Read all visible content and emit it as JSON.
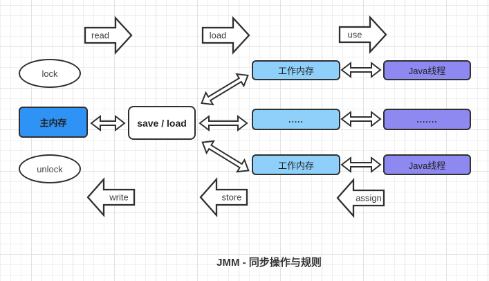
{
  "title": "JMM - 同步操作与规则",
  "colors": {
    "main_memory": "#2f93f6",
    "working_memory": "#8ed0f9",
    "thread": "#8e89f1",
    "border": "#2f2f2f",
    "grid_minor": "#f0f0f0",
    "grid_major": "#e2e2e2"
  },
  "memory_model": {
    "lock_label": "lock",
    "unlock_label": "unlock",
    "main_memory_label": "主内存",
    "transfer_label": "save / load",
    "rows": [
      {
        "working_memory": "工作内存",
        "thread": "Java线程"
      },
      {
        "working_memory": ".....",
        "thread": "......."
      },
      {
        "working_memory": "工作内存",
        "thread": "Java线程"
      }
    ],
    "operations_top": [
      "read",
      "load",
      "use"
    ],
    "operations_bottom": [
      "write",
      "store",
      "assign"
    ]
  }
}
